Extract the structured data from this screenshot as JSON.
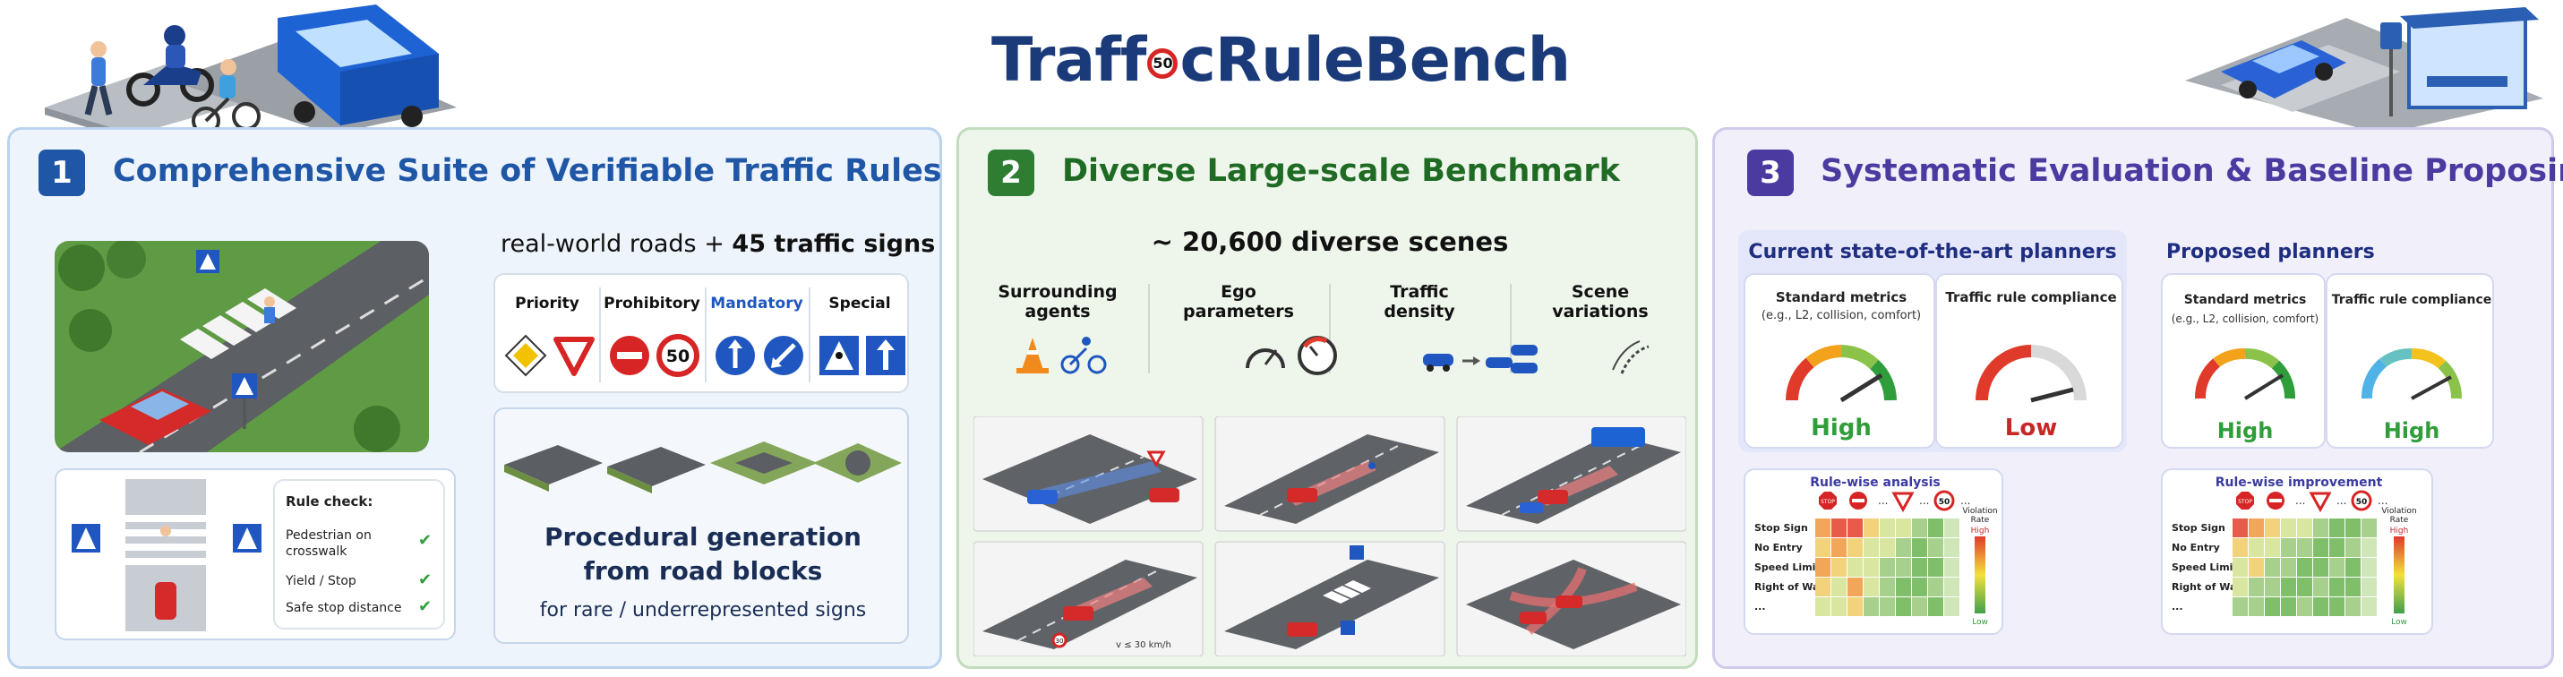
{
  "title": "TrafficRuleBench",
  "title_parts": {
    "before": "Traff",
    "sign": "50",
    "after": "cRuleBench"
  },
  "panel1": {
    "num": "1",
    "title": "Comprehensive Suite of Verifiable Traffic Rules",
    "subtitle_prefix": "real-world roads + ",
    "subtitle_bold": "45 traffic signs",
    "sign_categories": [
      "Priority",
      "Prohibitory",
      "Mandatory",
      "Special"
    ],
    "speed_sign": "50",
    "rule_check": {
      "heading": "Rule check:",
      "items": [
        "Pedestrian on crosswalk",
        "Yield / Stop",
        "Safe stop distance"
      ]
    },
    "procedural_title_line1": "Procedural generation",
    "procedural_title_line2": "from road blocks",
    "procedural_sub": "for rare / underrepresented signs"
  },
  "panel2": {
    "num": "2",
    "title": "Diverse Large-scale Benchmark",
    "scenes": "~ 20,600 diverse scenes",
    "factors": [
      {
        "line1": "Surrounding",
        "line2": "agents"
      },
      {
        "line1": "Ego",
        "line2": "parameters"
      },
      {
        "line1": "Traffic",
        "line2": "density"
      },
      {
        "line1": "Scene",
        "line2": "variations"
      }
    ],
    "speed_note": "v ≤ 30 km/h",
    "small_sign": "30"
  },
  "panel3": {
    "num": "3",
    "title": "Systematic Evaluation & Baseline Proposing",
    "sota_header": "Current state-of-the-art planners",
    "proposed_header": "Proposed planners",
    "std_metrics_title": "Standard metrics",
    "std_metrics_sub": "(e.g., L2, collision, comfort)",
    "compliance_title": "Traffic rule compliance",
    "sota_std_result": "High",
    "sota_compliance_result": "Low",
    "proposed_std_result": "High",
    "proposed_compliance_result": "High",
    "analysis_title": "Rule-wise analysis",
    "improvement_title": "Rule-wise improvement",
    "rules": [
      "Stop Sign",
      "No Entry",
      "Speed Limit",
      "Right of Way",
      "..."
    ],
    "legend_title_line1": "Violation",
    "legend_title_line2": "Rate",
    "legend_high": "High",
    "legend_low": "Low",
    "stop_word": "STOP",
    "speed_sign": "50",
    "ellipsis": "..."
  },
  "colors": {
    "title": "#1a3a7a",
    "p1_accent": "#1f56a6",
    "p2_accent": "#2e7d32",
    "p3_accent": "#4b3aa0",
    "high_green": "#2f9e3a",
    "low_red": "#c62828"
  }
}
